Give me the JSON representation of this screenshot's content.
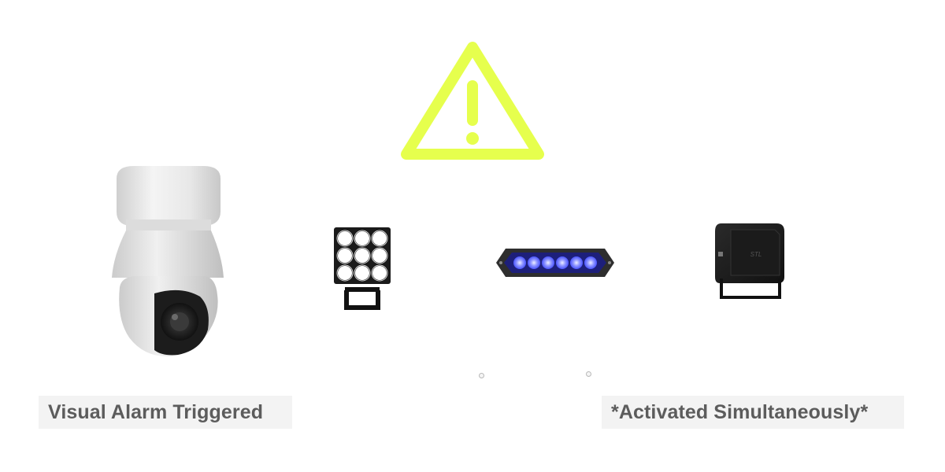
{
  "colors": {
    "background": "#ffffff",
    "warning_accent": "#e6ff4d",
    "label_background": "#f3f3f3",
    "label_text": "#5c5c5c",
    "strobe_blue": "#4b55ff"
  },
  "icons": {
    "warning": "warning-triangle-icon",
    "camera": "ptz-security-camera",
    "floodlight": "led-floodlight",
    "strobe": "blue-strobe-light-bar",
    "speaker": "alarm-speaker-siren"
  },
  "labels": {
    "left": "Visual Alarm Triggered",
    "right": "*Activated Simultaneously*"
  }
}
